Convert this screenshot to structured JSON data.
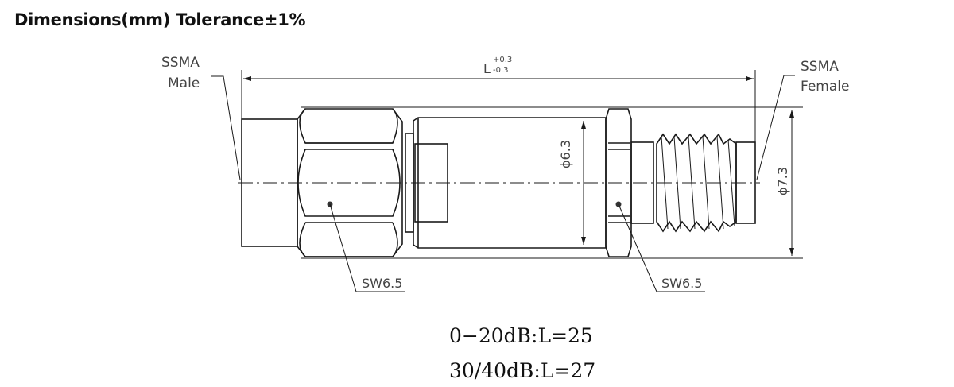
{
  "title": "Dimensions(mm) Tolerance±1%",
  "labels": {
    "male_line1": "SSMA",
    "male_line2": "Male",
    "female_line1": "SSMA",
    "female_line2": "Female",
    "length_symbol": "L",
    "length_tol_plus": "+0.3",
    "length_tol_minus": "-0.3",
    "body_diameter": "ϕ6.3",
    "overall_diameter": "ϕ7.3",
    "wrench_left": "SW6.5",
    "wrench_right": "SW6.5"
  },
  "notes": [
    "0−20dB:L=25",
    "30/40dB:L=27"
  ],
  "colors": {
    "line": "#1a1a1a",
    "label": "#444444",
    "background": "#ffffff"
  }
}
